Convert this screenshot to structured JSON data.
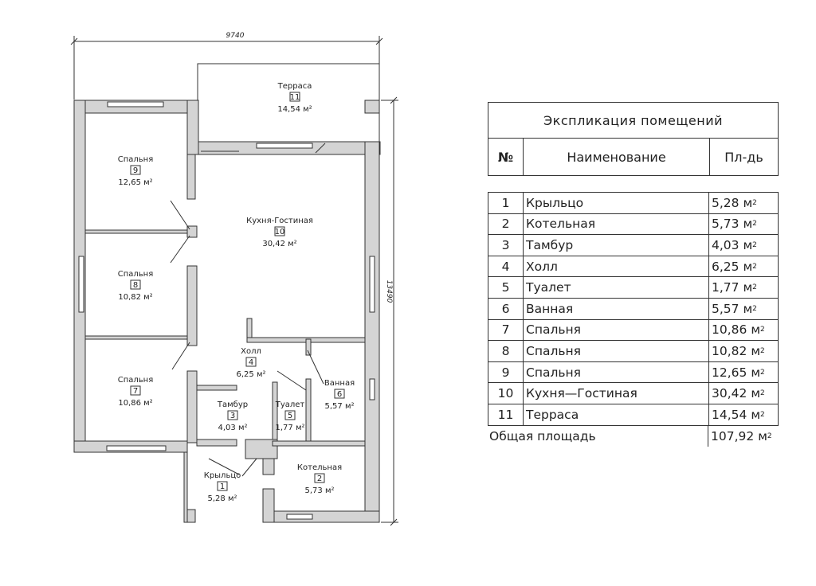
{
  "plan": {
    "dim_width": "9740",
    "dim_height": "13490",
    "rooms": [
      {
        "name": "Терраса",
        "num": "11",
        "area": "14,54 м²"
      },
      {
        "name": "Спальня",
        "num": "9",
        "area": "12,65 м²"
      },
      {
        "name": "Кухня-Гостиная",
        "num": "10",
        "area": "30,42 м²"
      },
      {
        "name": "Спальня",
        "num": "8",
        "area": "10,82 м²"
      },
      {
        "name": "Холл",
        "num": "4",
        "area": "6,25 м²"
      },
      {
        "name": "Ванная",
        "num": "6",
        "area": "5,57 м²"
      },
      {
        "name": "Спальня",
        "num": "7",
        "area": "10,86 м²"
      },
      {
        "name": "Тамбур",
        "num": "3",
        "area": "4,03 м²"
      },
      {
        "name": "Туалет",
        "num": "5",
        "area": "1,77 м²"
      },
      {
        "name": "Котельная",
        "num": "2",
        "area": "5,73 м²"
      },
      {
        "name": "Крыльцо",
        "num": "1",
        "area": "5,28 м²"
      }
    ]
  },
  "explication": {
    "title": "Экспликация помещений",
    "col_num": "№",
    "col_name": "Наименование",
    "col_area": "Пл-дь",
    "unit": "м",
    "unit_sup": "2",
    "rows": [
      {
        "n": "1",
        "name": "Крыльцо",
        "area": "5,28"
      },
      {
        "n": "2",
        "name": "Котельная",
        "area": "5,73"
      },
      {
        "n": "3",
        "name": "Тамбур",
        "area": "4,03"
      },
      {
        "n": "4",
        "name": "Холл",
        "area": "6,25"
      },
      {
        "n": "5",
        "name": "Туалет",
        "area": "1,77"
      },
      {
        "n": "6",
        "name": "Ванная",
        "area": "5,57"
      },
      {
        "n": "7",
        "name": "Спальня",
        "area": "10,86"
      },
      {
        "n": "8",
        "name": "Спальня",
        "area": "10,82"
      },
      {
        "n": "9",
        "name": "Спальня",
        "area": "12,65"
      },
      {
        "n": "10",
        "name": "Кухня—Гостиная",
        "area": "30,42"
      },
      {
        "n": "11",
        "name": "Терраса",
        "area": "14,54"
      }
    ],
    "total_label": "Общая площадь",
    "total_value": "107,92"
  }
}
